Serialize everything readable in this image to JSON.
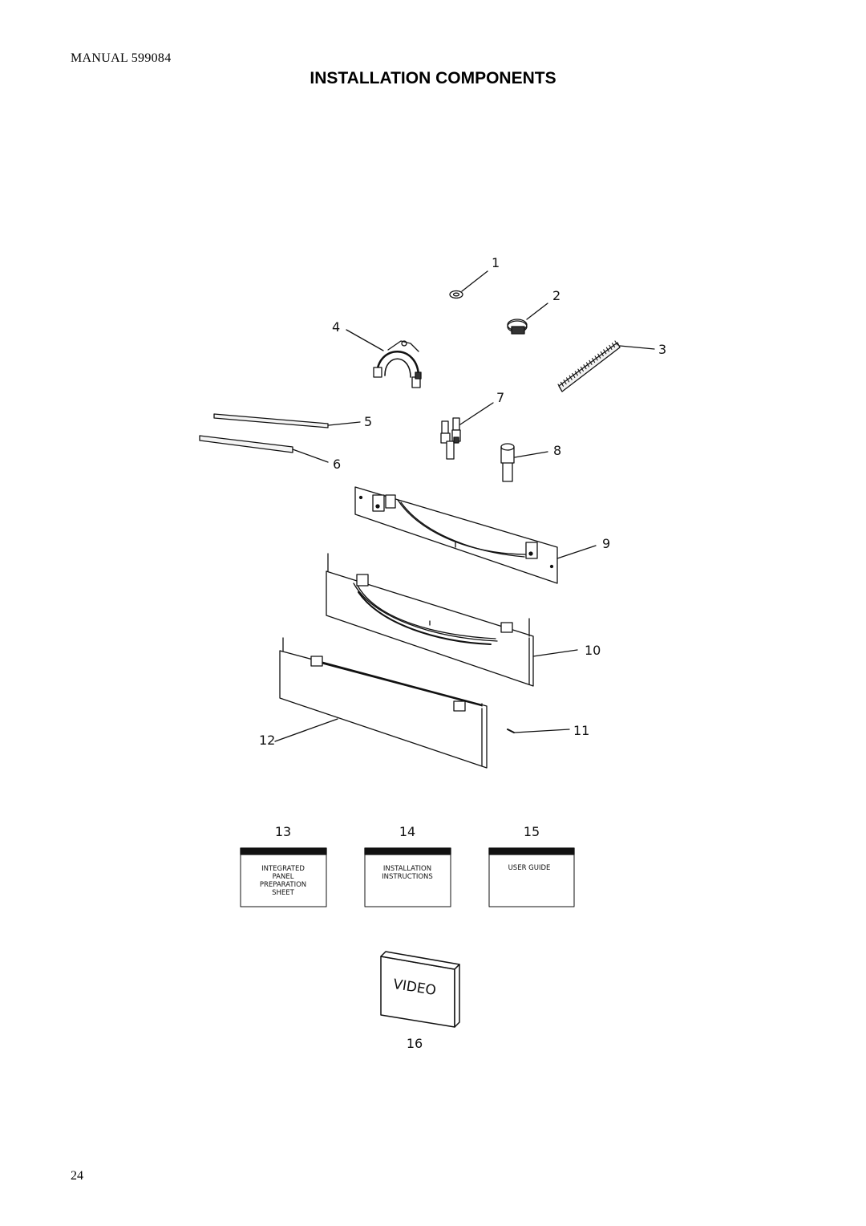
{
  "header": {
    "manual": "MANUAL 599084"
  },
  "page": {
    "title": "INSTALLATION COMPONENTS",
    "number": "24"
  },
  "callouts": [
    "1",
    "2",
    "3",
    "4",
    "5",
    "6",
    "7",
    "8",
    "9",
    "10",
    "11",
    "12",
    "13",
    "14",
    "15",
    "16"
  ],
  "documents": [
    {
      "number": "13",
      "lines": [
        "INTEGRATED",
        "PANEL",
        "PREPARATION",
        "SHEET"
      ]
    },
    {
      "number": "14",
      "lines": [
        "INSTALLATION",
        "INSTRUCTIONS"
      ]
    },
    {
      "number": "15",
      "lines": [
        "USER GUIDE"
      ]
    }
  ],
  "video": {
    "label": "VIDEO",
    "number": "16"
  }
}
